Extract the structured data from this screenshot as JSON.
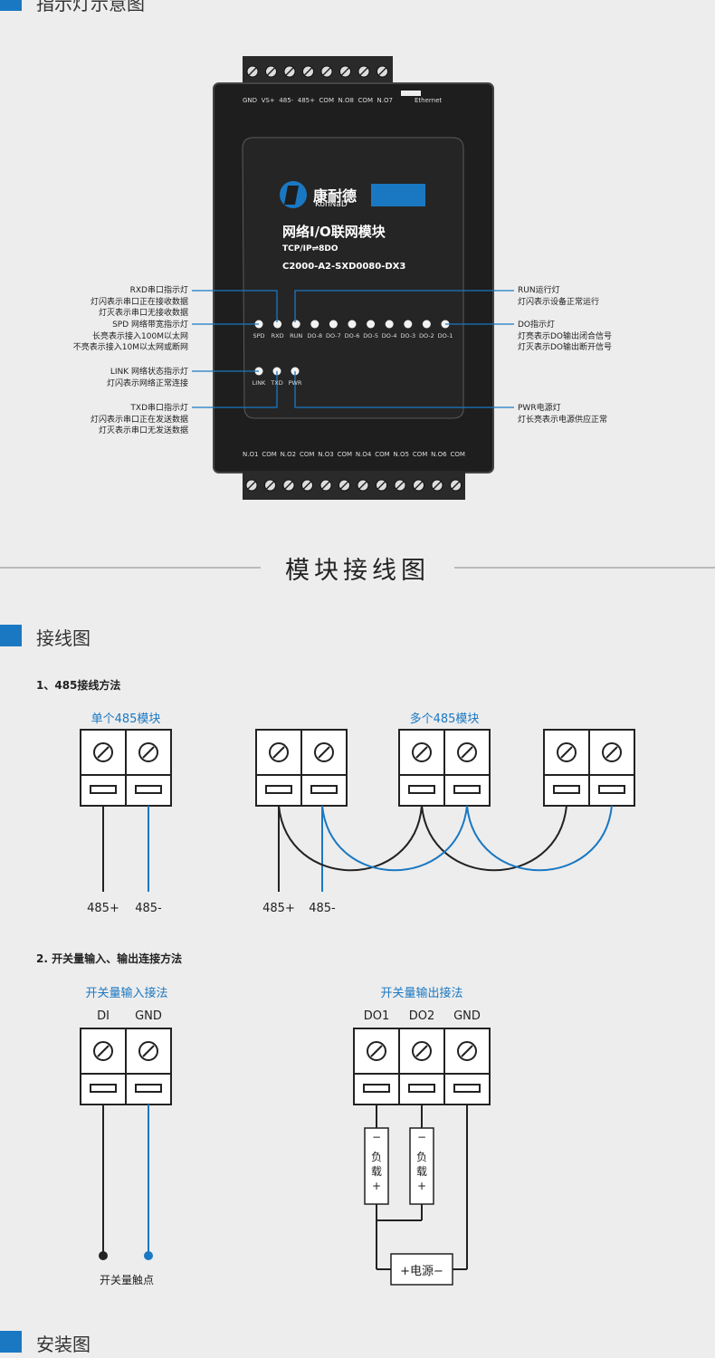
{
  "page_top_title": "指示灯示意图",
  "device": {
    "top_pins": [
      "GND",
      "VS+",
      "485-",
      "485+",
      "COM",
      "N.O8",
      "COM",
      "N.O7"
    ],
    "ethernet_label": "Ethernet",
    "brand_cn": "康耐德",
    "brand_en": "KonNaD",
    "product_name": "网络I/O联网模块",
    "protocol": "TCP/IP⇌8DO",
    "model": "C2000-A2-SXD0080-DX3",
    "led_row1": [
      "SPD",
      "RXD",
      "RUN",
      "DO-8",
      "DO-7",
      "DO-6",
      "DO-5",
      "DO-4",
      "DO-3",
      "DO-2",
      "DO-1"
    ],
    "led_row2": [
      "LINK",
      "TXD",
      "PWR"
    ],
    "bottom_pins": [
      "N.O1",
      "COM",
      "N.O2",
      "COM",
      "N.O3",
      "COM",
      "N.O4",
      "COM",
      "N.O5",
      "COM",
      "N.O6",
      "COM"
    ]
  },
  "annotations": {
    "rxd": [
      "RXD串口指示灯",
      "灯闪表示串口正在接收数据",
      "灯灭表示串口无接收数据"
    ],
    "spd": [
      "SPD 网络带宽指示灯",
      "长亮表示接入100M以太网",
      "不亮表示接入10M以太网或断网"
    ],
    "link": [
      "LINK 网络状态指示灯",
      "灯闪表示网络正常连接"
    ],
    "txd": [
      "TXD串口指示灯",
      "灯闪表示串口正在发送数据",
      "灯灭表示串口无发送数据"
    ],
    "run": [
      "RUN运行灯",
      "灯闪表示设备正常运行"
    ],
    "do": [
      "DO指示灯",
      "灯亮表示DO输出闭合信号",
      "灯灭表示DO输出断开信号"
    ],
    "pwr": [
      "PWR电源灯",
      "灯长亮表示电源供应正常"
    ]
  },
  "section_main_title": "模块接线图",
  "section_wiring": "接线图",
  "rs485": {
    "heading": "1、485接线方法",
    "single_caption": "单个485模块",
    "multi_caption": "多个485模块",
    "single_labels": [
      "485+",
      "485-"
    ],
    "multi_labels": [
      "485+",
      "485-"
    ]
  },
  "switch": {
    "heading": "2. 开关量输入、输出连接方法",
    "input_caption": "开关量输入接法",
    "output_caption": "开关量输出接法",
    "input_pins": [
      "DI",
      "GND"
    ],
    "output_pins": [
      "DO1",
      "DO2",
      "GND"
    ],
    "load_text": [
      "负",
      "载"
    ],
    "power_label": "电源",
    "plus": "+",
    "minus": "−",
    "contact_label": "开关量触点"
  },
  "section_install": "安装图",
  "colors": {
    "accent_blue": "#1a78c2",
    "device_body": "#1e1e1e",
    "terminal": "#2a2a2a"
  }
}
